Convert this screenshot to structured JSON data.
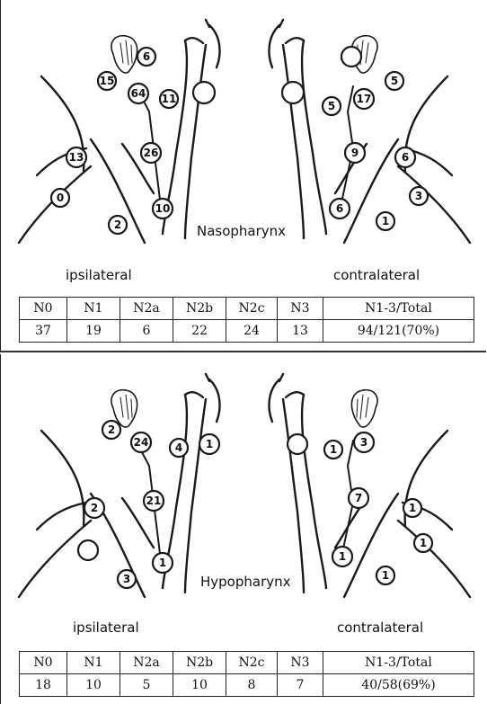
{
  "panels": [
    {
      "site": "Nasopharynx",
      "ipsilateral_label": "ipsilateral",
      "contralateral_label": "contralateral",
      "ipsi_nodes": {
        "parotid": "6",
        "retro": "15",
        "upper_jug": "64",
        "submand": "11",
        "mid_jug": "26",
        "spinal_upper": "13",
        "spinal_lower": "0",
        "supraclav": "2",
        "lower_jug": "10"
      },
      "contra_nodes": {
        "parotid": "",
        "retro": "5",
        "upper_jug": "17",
        "submand": "5",
        "mid_jug": "9",
        "spinal_upper": "6",
        "spinal_lower": "3",
        "supraclav": "1",
        "lower_jug": "6",
        "submental": ""
      },
      "ipsi_submental": "",
      "table": {
        "headers": [
          "N0",
          "N1",
          "N2a",
          "N2b",
          "N2c",
          "N3",
          "N1-3/Total"
        ],
        "values": [
          "37",
          "19",
          "6",
          "22",
          "24",
          "13",
          "94/121(70%)"
        ]
      }
    },
    {
      "site": "Hypopharynx",
      "ipsilateral_label": "ipsilateral",
      "contralateral_label": "contralateral",
      "ipsi_nodes": {
        "parotid": "",
        "retro": "2",
        "upper_jug": "24",
        "submand": "4",
        "mid_jug": "21",
        "spinal_upper": "2",
        "spinal_lower": "",
        "supraclav": "3",
        "lower_jug": "1"
      },
      "contra_nodes": {
        "parotid": "",
        "retro": "",
        "upper_jug": "3",
        "submand": "1",
        "mid_jug": "7",
        "spinal_upper": "1",
        "spinal_lower": "1",
        "supraclav": "1",
        "lower_jug": "1",
        "submental": ""
      },
      "ipsi_submental": "1",
      "table": {
        "headers": [
          "N0",
          "N1",
          "N2a",
          "N2b",
          "N2c",
          "N3",
          "N1-3/Total"
        ],
        "values": [
          "18",
          "10",
          "5",
          "10",
          "8",
          "7",
          "40/58(69%)"
        ]
      }
    }
  ],
  "colors": {
    "line": "#1a1a1a",
    "background": "#ffffff"
  }
}
